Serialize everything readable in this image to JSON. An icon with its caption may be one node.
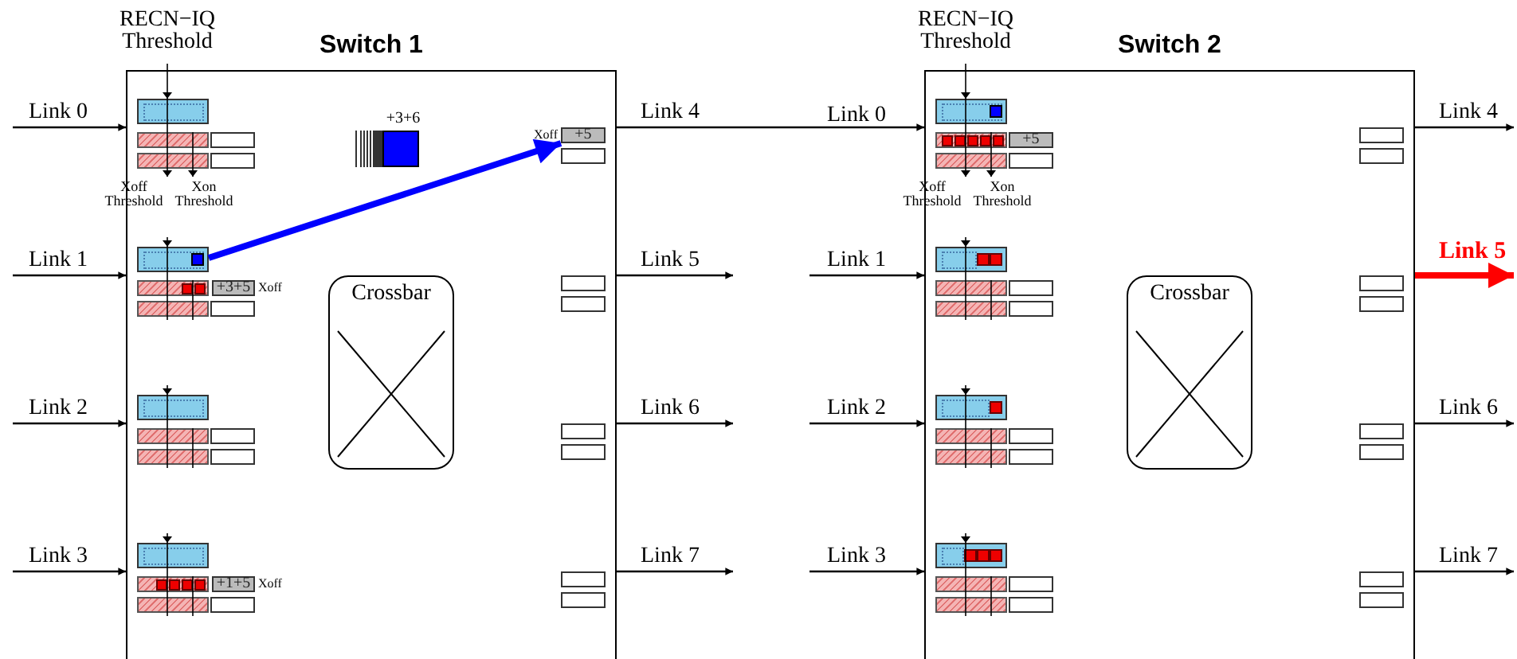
{
  "diagram": {
    "nodes": [
      {
        "text": [
          "Switch 1"
        ]
      },
      {
        "text": [],
        "shape": "box",
        "in": 0
      },
      {
        "text": [
          "+3+6"
        ],
        "in": 0
      },
      {
        "text": [
          "+5"
        ],
        "in": 0,
        "beside": [
          "Xoff"
        ]
      },
      {
        "text": [],
        "shape": "box",
        "in": 0
      },
      {
        "text": [
          "+3+5"
        ],
        "in": 0,
        "beside": [
          "Xoff"
        ]
      },
      {
        "text": [
          "Crossbar"
        ],
        "in": 0
      },
      {
        "text": [],
        "shape": "box",
        "in": 0
      },
      {
        "text": [],
        "shape": "box",
        "in": 0
      },
      {
        "text": [
          "+1+5"
        ],
        "in": 0,
        "beside": [
          "Xoff"
        ]
      },
      {
        "text": [
          "Switch 2"
        ]
      },
      {
        "text": [],
        "shape": "box",
        "in": 10
      },
      {
        "text": [
          "+5"
        ],
        "in": 10
      },
      {
        "text": [],
        "shape": "box",
        "in": 10
      },
      {
        "text": [
          "Crossbar"
        ],
        "in": 10
      },
      {
        "text": [],
        "shape": "box",
        "in": 10
      },
      {
        "text": [],
        "shape": "box",
        "in": 10
      }
    ],
    "edges": [
      {
        "from": null,
        "to": 0,
        "arrow": "to",
        "label": "Link 0"
      },
      {
        "from": null,
        "to": 0,
        "arrow": "to",
        "label": "Link 1"
      },
      {
        "from": null,
        "to": 0,
        "arrow": "to",
        "label": "Link 2"
      },
      {
        "from": null,
        "to": 0,
        "arrow": "to",
        "label": "Link 3"
      },
      {
        "from": 0,
        "to": 10,
        "arrow": "to",
        "label": "Link 4"
      },
      {
        "from": 0,
        "to": null,
        "arrow": "to",
        "label": "Link 5"
      },
      {
        "from": 0,
        "to": null,
        "arrow": "to",
        "label": "Link 6"
      },
      {
        "from": 0,
        "to": null,
        "arrow": "to",
        "label": "Link 7"
      },
      {
        "from": 4,
        "to": 3,
        "arrow": "to",
        "style": "thick",
        "color": "#0000ff"
      },
      {
        "from": null,
        "to": 10,
        "arrow": "to",
        "label": "Link 1"
      },
      {
        "from": null,
        "to": 10,
        "arrow": "to",
        "label": "Link 2"
      },
      {
        "from": null,
        "to": 10,
        "arrow": "to",
        "label": "Link 3"
      },
      {
        "from": 10,
        "to": null,
        "arrow": "to",
        "label": "Link 4"
      },
      {
        "from": 10,
        "to": null,
        "arrow": "to",
        "label": "Link 5",
        "style": "thick",
        "color": "#ff0000"
      },
      {
        "from": 10,
        "to": null,
        "arrow": "to",
        "label": "Link 6"
      },
      {
        "from": 10,
        "to": null,
        "arrow": "to",
        "label": "Link 7"
      }
    ],
    "labels": [
      "RECN−IQ Threshold",
      "RECN−IQ Threshold",
      "Link 0",
      "Xoff Threshold",
      "Xon Threshold",
      "Xoff Threshold",
      "Xon Threshold"
    ]
  }
}
